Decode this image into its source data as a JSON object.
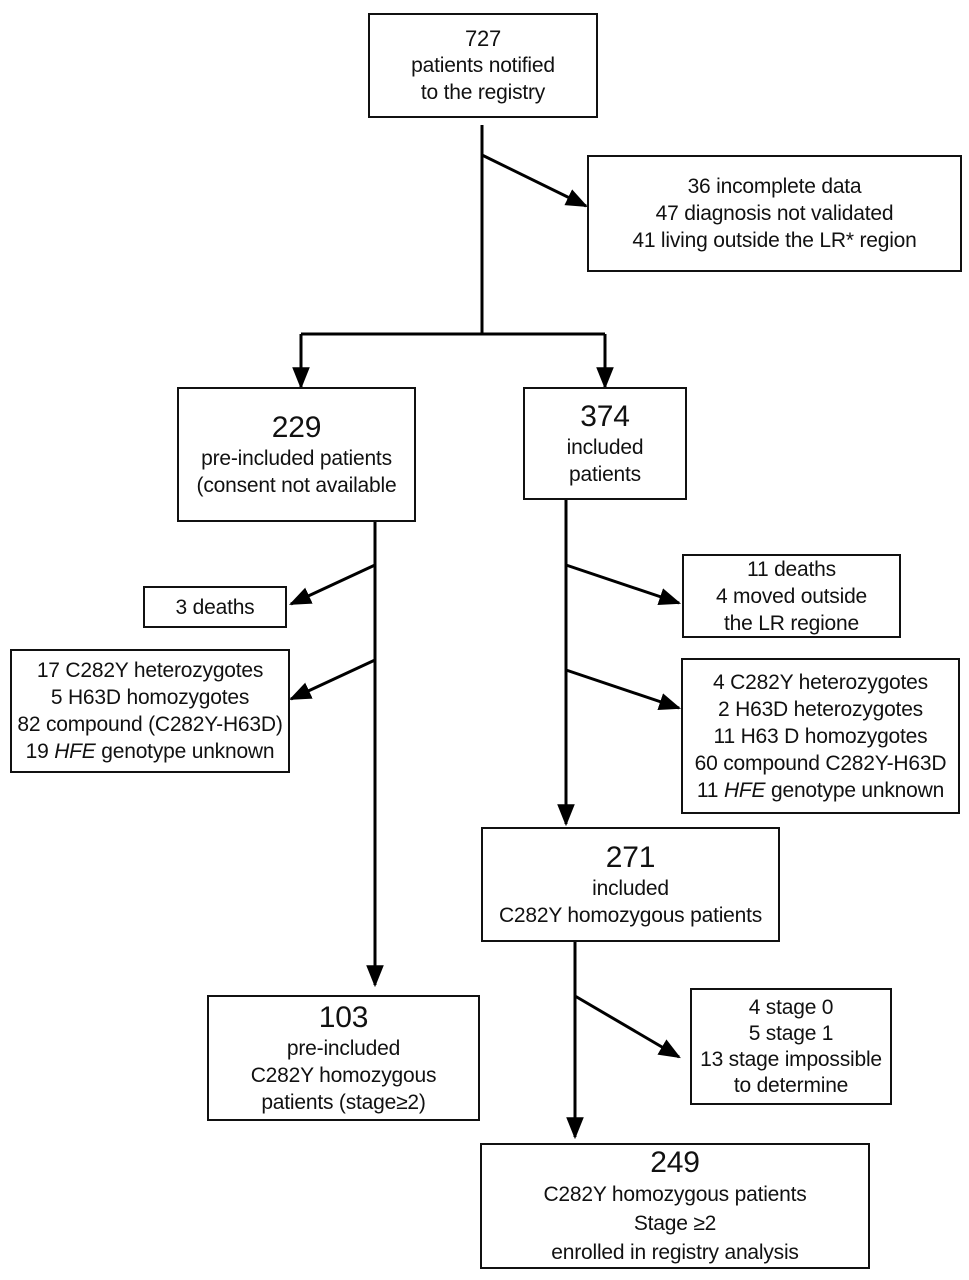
{
  "flowchart": {
    "notified": {
      "count": "727",
      "lines": [
        "patients notified",
        "to the registry"
      ]
    },
    "excluded_initial": {
      "lines": [
        "36 incomplete data",
        "47 diagnosis not validated",
        "41 living outside the LR* region"
      ]
    },
    "pre_included": {
      "count": "229",
      "lines": [
        "pre-included patients",
        "(consent not available"
      ]
    },
    "included": {
      "count": "374",
      "lines": [
        "included",
        "patients"
      ]
    },
    "pre_deaths": {
      "lines": [
        "3 deaths"
      ]
    },
    "pre_genotypes": {
      "lines": [
        "17 C282Y heterozygotes",
        "5 H63D homozygotes",
        "82 compound (C282Y-H63D)"
      ],
      "hfe_line": {
        "count": "19",
        "gene": "HFE",
        "rest": "genotype unknown"
      }
    },
    "inc_deaths_moved": {
      "lines": [
        "11 deaths",
        "4 moved outside",
        "the LR regione"
      ]
    },
    "inc_genotypes": {
      "lines": [
        "4 C282Y heterozygotes",
        "2 H63D heterozygotes",
        "11 H63 D homozygotes",
        "60 compound C282Y-H63D"
      ],
      "hfe_line": {
        "count": "11",
        "gene": "HFE",
        "rest": "genotype unknown"
      }
    },
    "included_c282y": {
      "count": "271",
      "lines": [
        "included",
        "C282Y homozygous patients"
      ]
    },
    "pre_included_c282y": {
      "count": "103",
      "lines": [
        "pre-included",
        "C282Y homozygous",
        "patients (stage≥2)"
      ]
    },
    "stage_excluded": {
      "lines": [
        "4 stage 0",
        "5 stage 1",
        "13 stage impossible",
        "to determine"
      ]
    },
    "final": {
      "count": "249",
      "lines": [
        "C282Y homozygous patients",
        "Stage ≥2",
        "enrolled in registry analysis"
      ]
    }
  }
}
